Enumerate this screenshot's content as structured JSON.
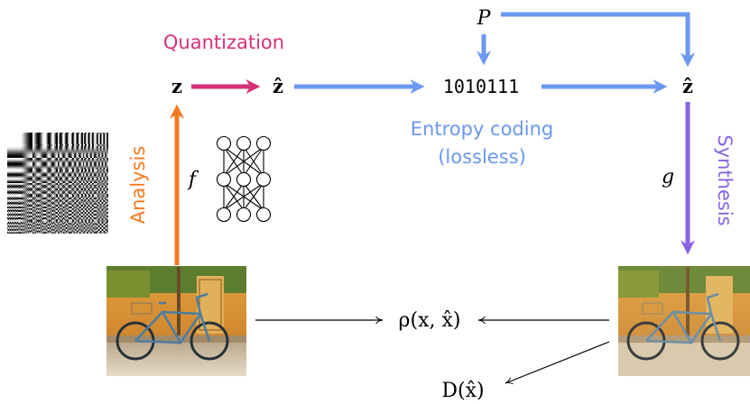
{
  "labels": {
    "quantization": "Quantization",
    "z": "z",
    "z_hat_left": "ẑ",
    "bits": "1010111",
    "z_hat_right": "ẑ",
    "p": "P",
    "entropy_line1": "Entropy coding",
    "entropy_line2": "(lossless)",
    "analysis": "Analysis",
    "synthesis": "Synthesis",
    "f": "f",
    "g": "g",
    "rho": "ρ(x, x̂)",
    "d": "D(x̂)"
  },
  "colors": {
    "quantization": "#d6307a",
    "entropy": "#6b98f0",
    "analysis": "#f57a1f",
    "synthesis": "#8763e0",
    "ink": "#000000"
  },
  "icons": {
    "basis": "dct-basis-grid-icon",
    "network": "neural-network-icon",
    "input_image": "bicycle-photo-original",
    "output_image": "bicycle-photo-reconstructed"
  }
}
